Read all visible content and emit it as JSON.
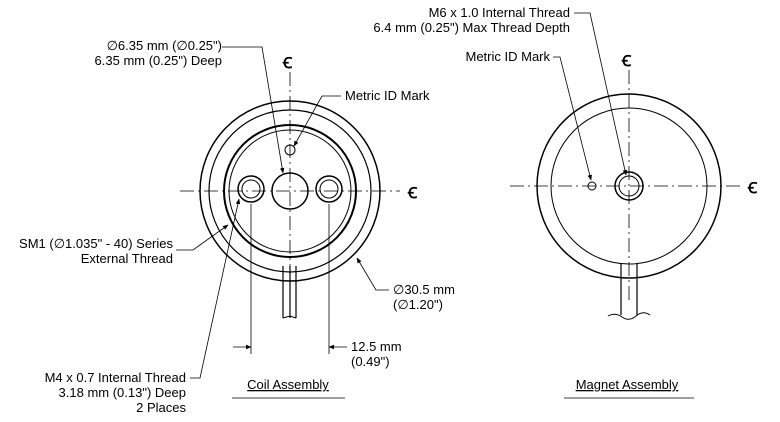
{
  "coil": {
    "bore_label_line1": "∅6.35 mm (∅0.25\")",
    "bore_label_line2": "6.35 mm (0.25\") Deep",
    "metric_id": "Metric ID Mark",
    "sm1_line1": "SM1 (∅1.035\" - 40) Series",
    "sm1_line2": "External Thread",
    "od_line1": "∅30.5 mm",
    "od_line2": "(∅1.20\")",
    "spacing_line1": "12.5 mm",
    "spacing_line2": "(0.49\")",
    "m4_line1": "M4 x 0.7 Internal Thread",
    "m4_line2": "3.18 mm (0.13\") Deep",
    "m4_line3": "2 Places",
    "title": "Coil Assembly"
  },
  "magnet": {
    "thread_line1": "M6 x 1.0 Internal Thread",
    "thread_line2": "6.4 mm (0.25\") Max Thread Depth",
    "metric_id": "Metric ID Mark",
    "title": "Magnet Assembly"
  },
  "centerline_symbol": "CL"
}
